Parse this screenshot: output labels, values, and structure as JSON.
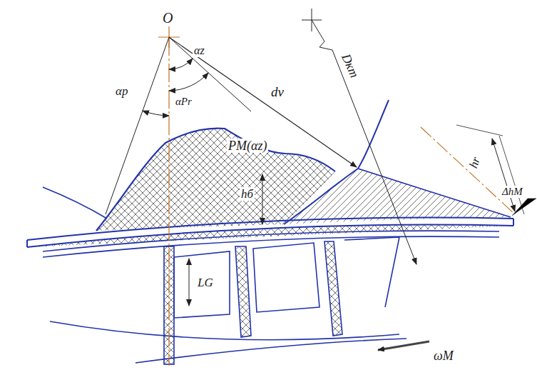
{
  "diagram": {
    "labels": [
      "O",
      "αp",
      "αPr",
      "αz",
      "dv",
      "Dкm",
      "PM(αz)",
      "hб",
      "hr",
      "ΔhM",
      "LG",
      "ωM"
    ]
  }
}
